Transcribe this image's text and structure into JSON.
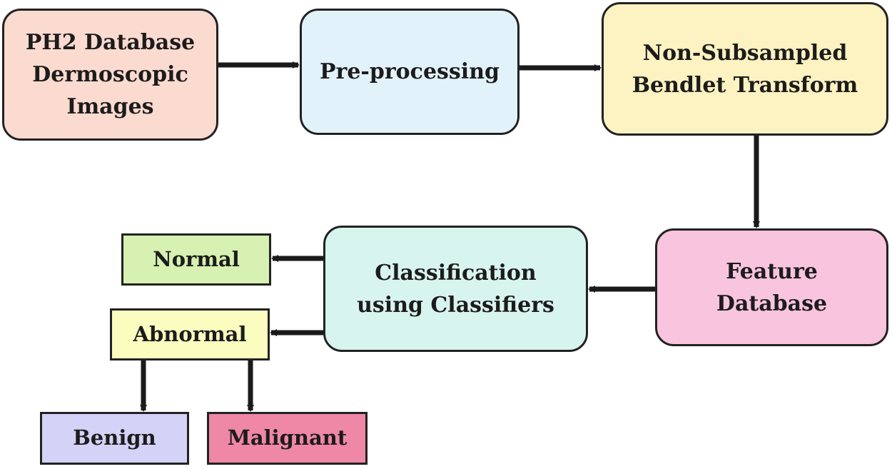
{
  "nodes": {
    "ph2": {
      "label": "PH2 Database\nDermoscopic\nImages",
      "fill": "#fbdad0"
    },
    "preprocessing": {
      "label": "Pre-processing",
      "fill": "#e2f2fb"
    },
    "nsbt": {
      "label": "Non-Subsampled\nBendlet Transform",
      "fill": "#fdf2c1"
    },
    "feature": {
      "label": "Feature\nDatabase",
      "fill": "#f8c4de"
    },
    "classification": {
      "label": "Classification\nusing Classifiers",
      "fill": "#d8f4ee"
    },
    "normal": {
      "label": "Normal",
      "fill": "#d6f1b1"
    },
    "abnormal": {
      "label": "Abnormal",
      "fill": "#fafcc0"
    },
    "benign": {
      "label": "Benign",
      "fill": "#d5d2f8"
    },
    "malignant": {
      "label": "Malignant",
      "fill": "#ef87a6"
    }
  },
  "edges": [
    {
      "from": "ph2",
      "to": "preprocessing"
    },
    {
      "from": "preprocessing",
      "to": "nsbt"
    },
    {
      "from": "nsbt",
      "to": "feature"
    },
    {
      "from": "feature",
      "to": "classification"
    },
    {
      "from": "classification",
      "to": "normal"
    },
    {
      "from": "classification",
      "to": "abnormal"
    },
    {
      "from": "abnormal",
      "to": "benign"
    },
    {
      "from": "abnormal",
      "to": "malignant"
    }
  ],
  "colors": {
    "stroke": "#222222",
    "arrow": "#1a1a1a",
    "text": "#1c1c1c"
  }
}
